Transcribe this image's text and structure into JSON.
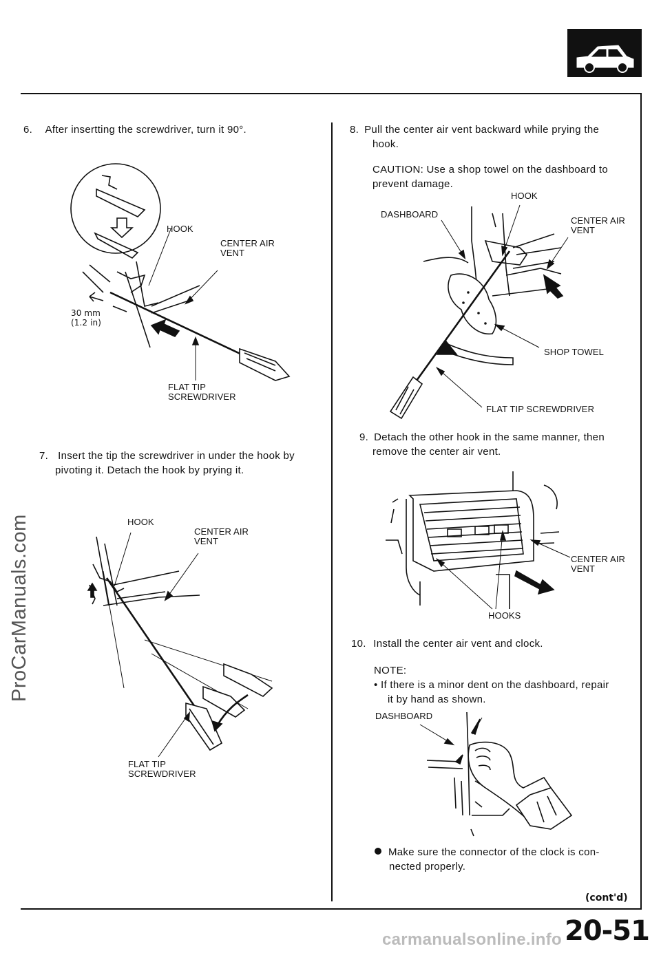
{
  "watermark": "ProCarManuals.com",
  "footer_watermark": "carmanualsonline.info",
  "page_number": "20-51",
  "contd": "(cont'd)",
  "section_icon": "car-body-icon",
  "left": {
    "step6": {
      "num": "6.",
      "text": "After insertting the screwdriver, turn it 90°."
    },
    "fig1": {
      "hook": "HOOK",
      "vent": [
        "CENTER AIR",
        "VENT"
      ],
      "dim": [
        "30 mm",
        "(1.2 in)"
      ],
      "screwdriver": [
        "FLAT TIP",
        "SCREWDRIVER"
      ]
    },
    "step7": {
      "num": "7.",
      "line1": "Insert the tip the screwdriver in under the hook by",
      "line2": "pivoting it. Detach the hook by prying it."
    },
    "fig2": {
      "hook": "HOOK",
      "vent": [
        "CENTER AIR",
        "VENT"
      ],
      "screwdriver": [
        "FLAT TIP",
        "SCREWDRIVER"
      ]
    }
  },
  "right": {
    "step8": {
      "num": "8.",
      "line1": "Pull the center air vent backward while prying the",
      "line2": "hook."
    },
    "caution": {
      "line1": "CAUTION: Use a shop towel on the dashboard to",
      "line2": "prevent damage."
    },
    "fig3": {
      "hook": "HOOK",
      "dashboard": "DASHBOARD",
      "vent": [
        "CENTER AIR",
        "VENT"
      ],
      "towel": "SHOP TOWEL",
      "screwdriver": "FLAT TIP SCREWDRIVER"
    },
    "step9": {
      "num": "9.",
      "line1": "Detach the other hook in the same manner, then",
      "line2": "remove the center air vent."
    },
    "fig4": {
      "vent": [
        "CENTER AIR",
        "VENT"
      ],
      "hooks": "HOOKS"
    },
    "step10": {
      "num": "10.",
      "text": "Install the center air vent and clock."
    },
    "note": {
      "title": "NOTE:",
      "bullet_line1": "• If there is a minor dent on the dashboard, repair",
      "bullet_line2": "it by hand as shown."
    },
    "fig5": {
      "dashboard": "DASHBOARD"
    },
    "final": {
      "line1": "Make sure the connector of the clock is con-",
      "line2": "nected properly."
    }
  }
}
